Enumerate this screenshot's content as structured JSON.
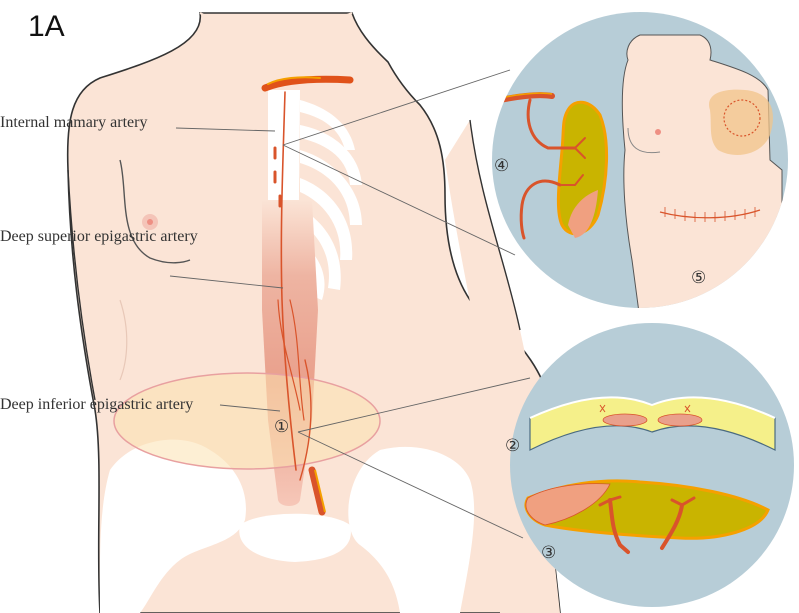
{
  "figure_label": "1A",
  "labels": {
    "internal_mammary": "Internal mamary artery",
    "deep_superior": "Deep superior epigastric artery",
    "deep_inferior": "Deep inferior epigastric artery"
  },
  "steps": [
    "①",
    "②",
    "③",
    "④",
    "⑤"
  ],
  "colors": {
    "skin": "#fbe4d6",
    "outline": "#333333",
    "bone": "#ffffff",
    "artery": "#d9542b",
    "flap_fat": "#c9b400",
    "flap_rim": "#f5a000",
    "flap_skin": "#f0a080",
    "circle_bg": "#b7cdd7",
    "rectus_muscle": "#e9a08c",
    "flap_zone": "#fbe2b0"
  }
}
